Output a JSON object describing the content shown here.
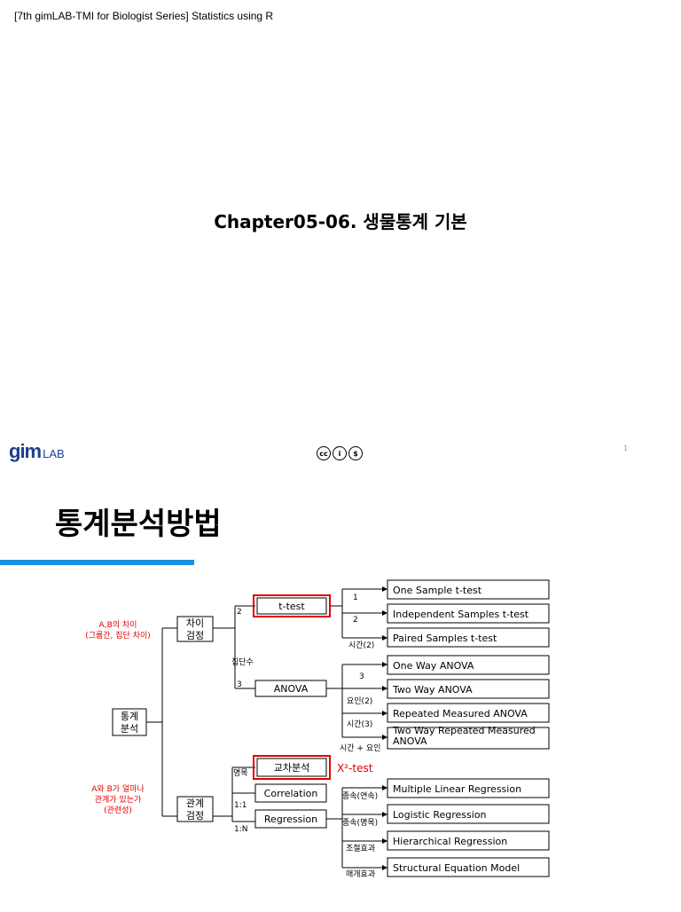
{
  "header": {
    "text": "[7th gimLAB-TMI for Biologist Series] Statistics using R"
  },
  "slide1": {
    "title": "Chapter05-06. 생물통계 기본"
  },
  "footer": {
    "logo_mark": "gim",
    "logo_lab": "LAB",
    "cc_icons": [
      "cc-icon",
      "by-icon",
      "nc-icon"
    ],
    "page_number": "1"
  },
  "slide2": {
    "title": "통계분석방법",
    "accent": "#1b8fe0"
  },
  "diagram": {
    "root": [
      "통계",
      "분석"
    ],
    "diff_decision": [
      "차이",
      "검정"
    ],
    "rel_decision": [
      "관계",
      "검정"
    ],
    "annot_diff": [
      "A,B의 차이",
      "(그룹간, 집단 차이)"
    ],
    "annot_rel": [
      "A와 B가 얼마나",
      "관계가 있는가",
      "(관련성)"
    ],
    "edge_labels": {
      "two": "2",
      "groups": "집단수",
      "three": "3",
      "nominal": "명목",
      "one_one": "1:1",
      "one_n": "1:N"
    },
    "methods": {
      "ttest": "t-test",
      "anova": "ANOVA",
      "crosstab": "교차분석",
      "correlation": "Correlation",
      "regression": "Regression",
      "chi": "X²-test"
    },
    "ttest_labels": [
      "1",
      "2",
      "시간(2)"
    ],
    "anova_labels": [
      "3",
      "요인(2)",
      "시간(3)",
      "시간 + 요인"
    ],
    "reg_labels": [
      "종속(연속)",
      "종속(명목)",
      "조절효과",
      "매개효과"
    ],
    "ttest_leaves": [
      "One Sample t-test",
      "Independent Samples t-test",
      "Paired Samples t-test"
    ],
    "anova_leaves": [
      "One Way ANOVA",
      "Two Way ANOVA",
      "Repeated Measured ANOVA",
      "Two Way Repeated Measured ANOVA"
    ],
    "reg_leaves": [
      "Multiple Linear Regression",
      "Logistic Regression",
      "Hierarchical Regression",
      "Structural Equation Model"
    ]
  }
}
